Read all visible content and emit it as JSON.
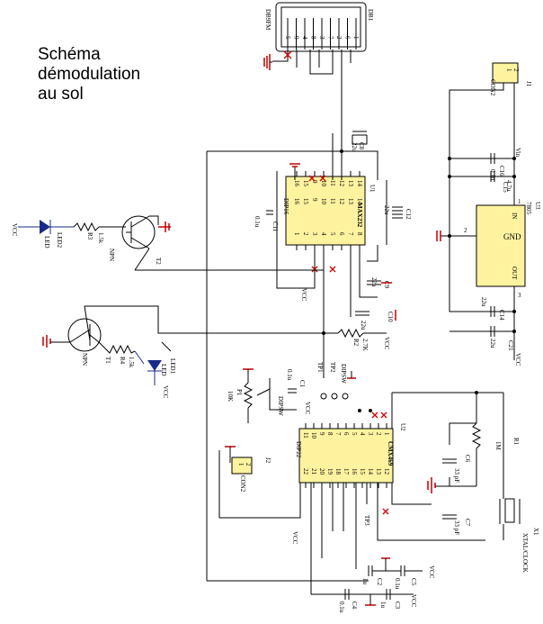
{
  "title_lines": [
    "Schéma",
    "démodulation",
    "au sol"
  ],
  "components": {
    "db9": {
      "ref": "DB1",
      "value": "DB9FM",
      "pins": [
        "5",
        "9",
        "4",
        "8",
        "3",
        "7",
        "2",
        "6",
        "1"
      ]
    },
    "max232": {
      "ref": "U1",
      "part": "MAX232",
      "pins_top": [
        "16",
        "15",
        "9",
        "10",
        "11",
        "12",
        "13",
        "14"
      ],
      "pins_bottom": [
        "8",
        "7",
        "6",
        "5",
        "4",
        "3",
        "2",
        "1"
      ],
      "pins_top_row2": [
        "16",
        "15",
        "9",
        "10",
        "11",
        "12",
        "13",
        "14"
      ],
      "dip": "DIP16"
    },
    "cmx469": {
      "ref": "U2",
      "part": "CMX469",
      "dip": "DIP22",
      "pins_top": [
        "22",
        "21",
        "20",
        "19",
        "18",
        "17",
        "16",
        "15",
        "14",
        "13",
        "12"
      ],
      "pins_bottom": [
        "1",
        "2",
        "3",
        "4",
        "5",
        "6",
        "7",
        "8",
        "9",
        "10",
        "11"
      ]
    },
    "regulator": {
      "ref": "U3",
      "part": "7805",
      "in": "IN",
      "gnd": "GND",
      "out": "OUT"
    },
    "j1": {
      "ref": "J1",
      "name": "CON2"
    },
    "j2": {
      "ref": "J2",
      "name": "CON2"
    },
    "led1": {
      "ref": "LED1",
      "label": "LED"
    },
    "led2": {
      "ref": "LED2",
      "label": "LED"
    },
    "t1": {
      "ref": "T1",
      "type": "NPN"
    },
    "t2": {
      "ref": "T2",
      "type": "NPN"
    },
    "r1": {
      "ref": "R1",
      "value": "1M"
    },
    "r2": {
      "ref": "R2",
      "value": "2.7K"
    },
    "r3": {
      "ref": "R3",
      "value": "1.5k"
    },
    "r4": {
      "ref": "R4",
      "value": "1.5k"
    },
    "p1": {
      "ref": "P1",
      "value": "10K"
    },
    "xtal": {
      "ref": "X1",
      "value": "XTAL/CLOCK"
    },
    "caps": {
      "c1": {
        "ref": "C1",
        "value": "0.1u"
      },
      "c2": {
        "ref": "C2",
        "value": "1u"
      },
      "c3": {
        "ref": "C3",
        "value": "1u"
      },
      "c4": {
        "ref": "C4",
        "value": "0.1u"
      },
      "c5": {
        "ref": "C5",
        "value": "0.1u"
      },
      "c6": {
        "ref": "C6",
        "value": "33 pF"
      },
      "c7": {
        "ref": "C7",
        "value": "33 pF"
      },
      "c8": {
        "ref": "C8",
        "value": "22u"
      },
      "c9": {
        "ref": "C9",
        "value": "22u"
      },
      "c10": {
        "ref": "C10",
        "value": "22u"
      },
      "c11": {
        "ref": "C11",
        "value": "0.1u"
      },
      "c12": {
        "ref": "C12",
        "value": "22u"
      },
      "c14": {
        "ref": "C14",
        "value": "22u"
      },
      "c15": {
        "ref": "C15",
        "value": "0.1u"
      },
      "c16": {
        "ref": "C16",
        "value": "4.7u"
      },
      "c21": {
        "ref": "C21",
        "value": "22u"
      }
    },
    "vcc": "VCC",
    "vin": "Vin",
    "dipswitch": "DIPSW",
    "testpoints": [
      "TP1",
      "TP2",
      "TP3"
    ]
  }
}
